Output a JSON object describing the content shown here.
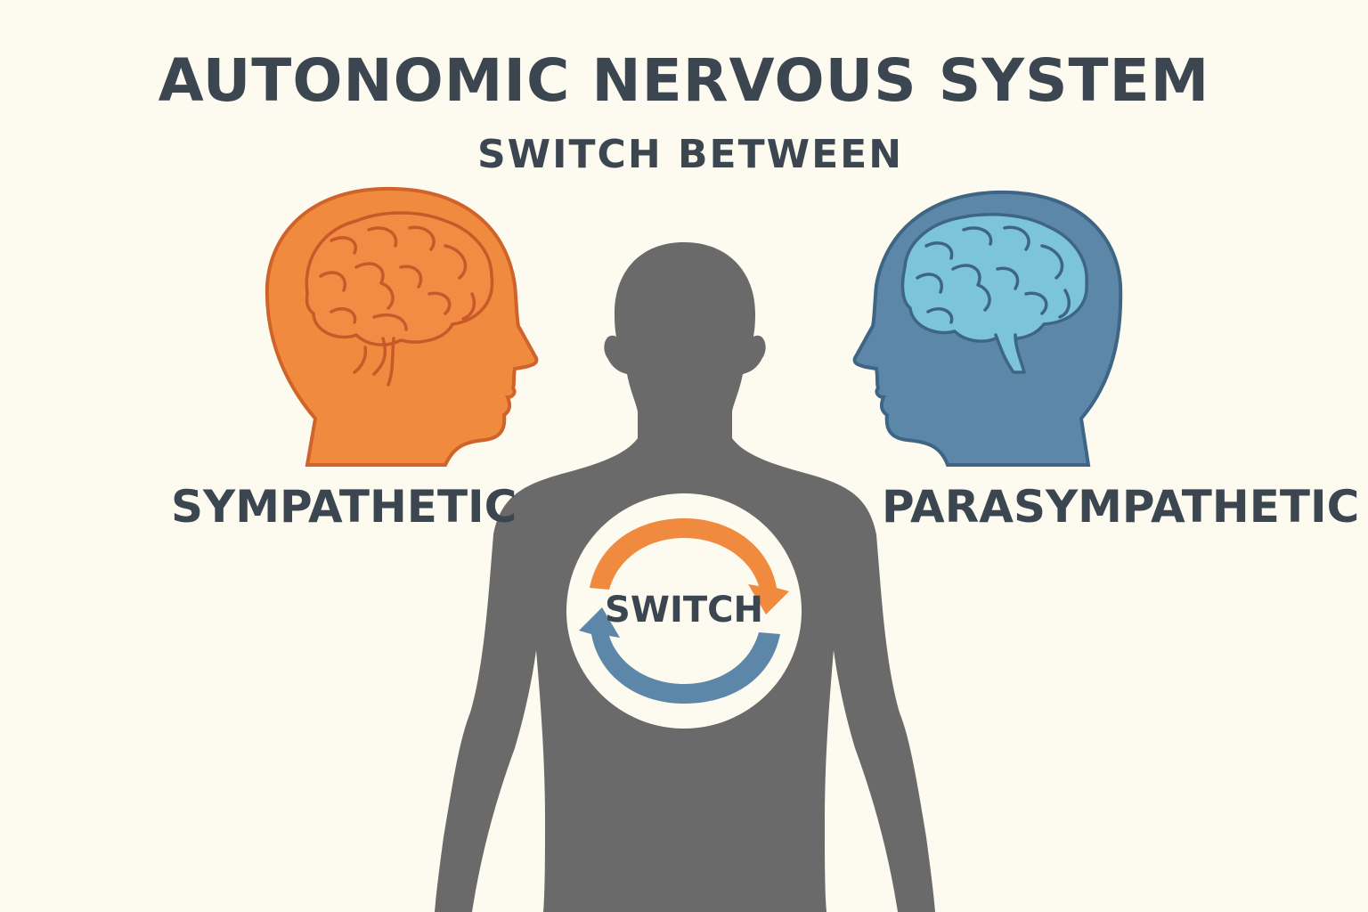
{
  "title": "AUTONOMIC NERVOUS SYSTEM",
  "subtitle": "SWITCH BETWEEN",
  "left_head": {
    "label": "SYMPATHETIC",
    "icon": "orange-head-with-brain-icon",
    "color": "#F08A3E",
    "brain_color": "#F28C44",
    "outline_color": "#D0632A"
  },
  "right_head": {
    "label": "PARASYMPATHETIC",
    "icon": "blue-head-with-brain-icon",
    "color": "#5C87A8",
    "brain_color": "#7CC4DA",
    "outline_color": "#3E6684"
  },
  "body": {
    "icon": "human-silhouette-icon",
    "color": "#6A6A6A"
  },
  "switch": {
    "label": "SWITCH",
    "icon": "cycle-arrows-icon",
    "orange_arrow": "#F08A3E",
    "blue_arrow": "#5C87A8",
    "ring_color": "#FDFBF0"
  },
  "text_color": "#3B4651",
  "background": "#FDFBF0"
}
